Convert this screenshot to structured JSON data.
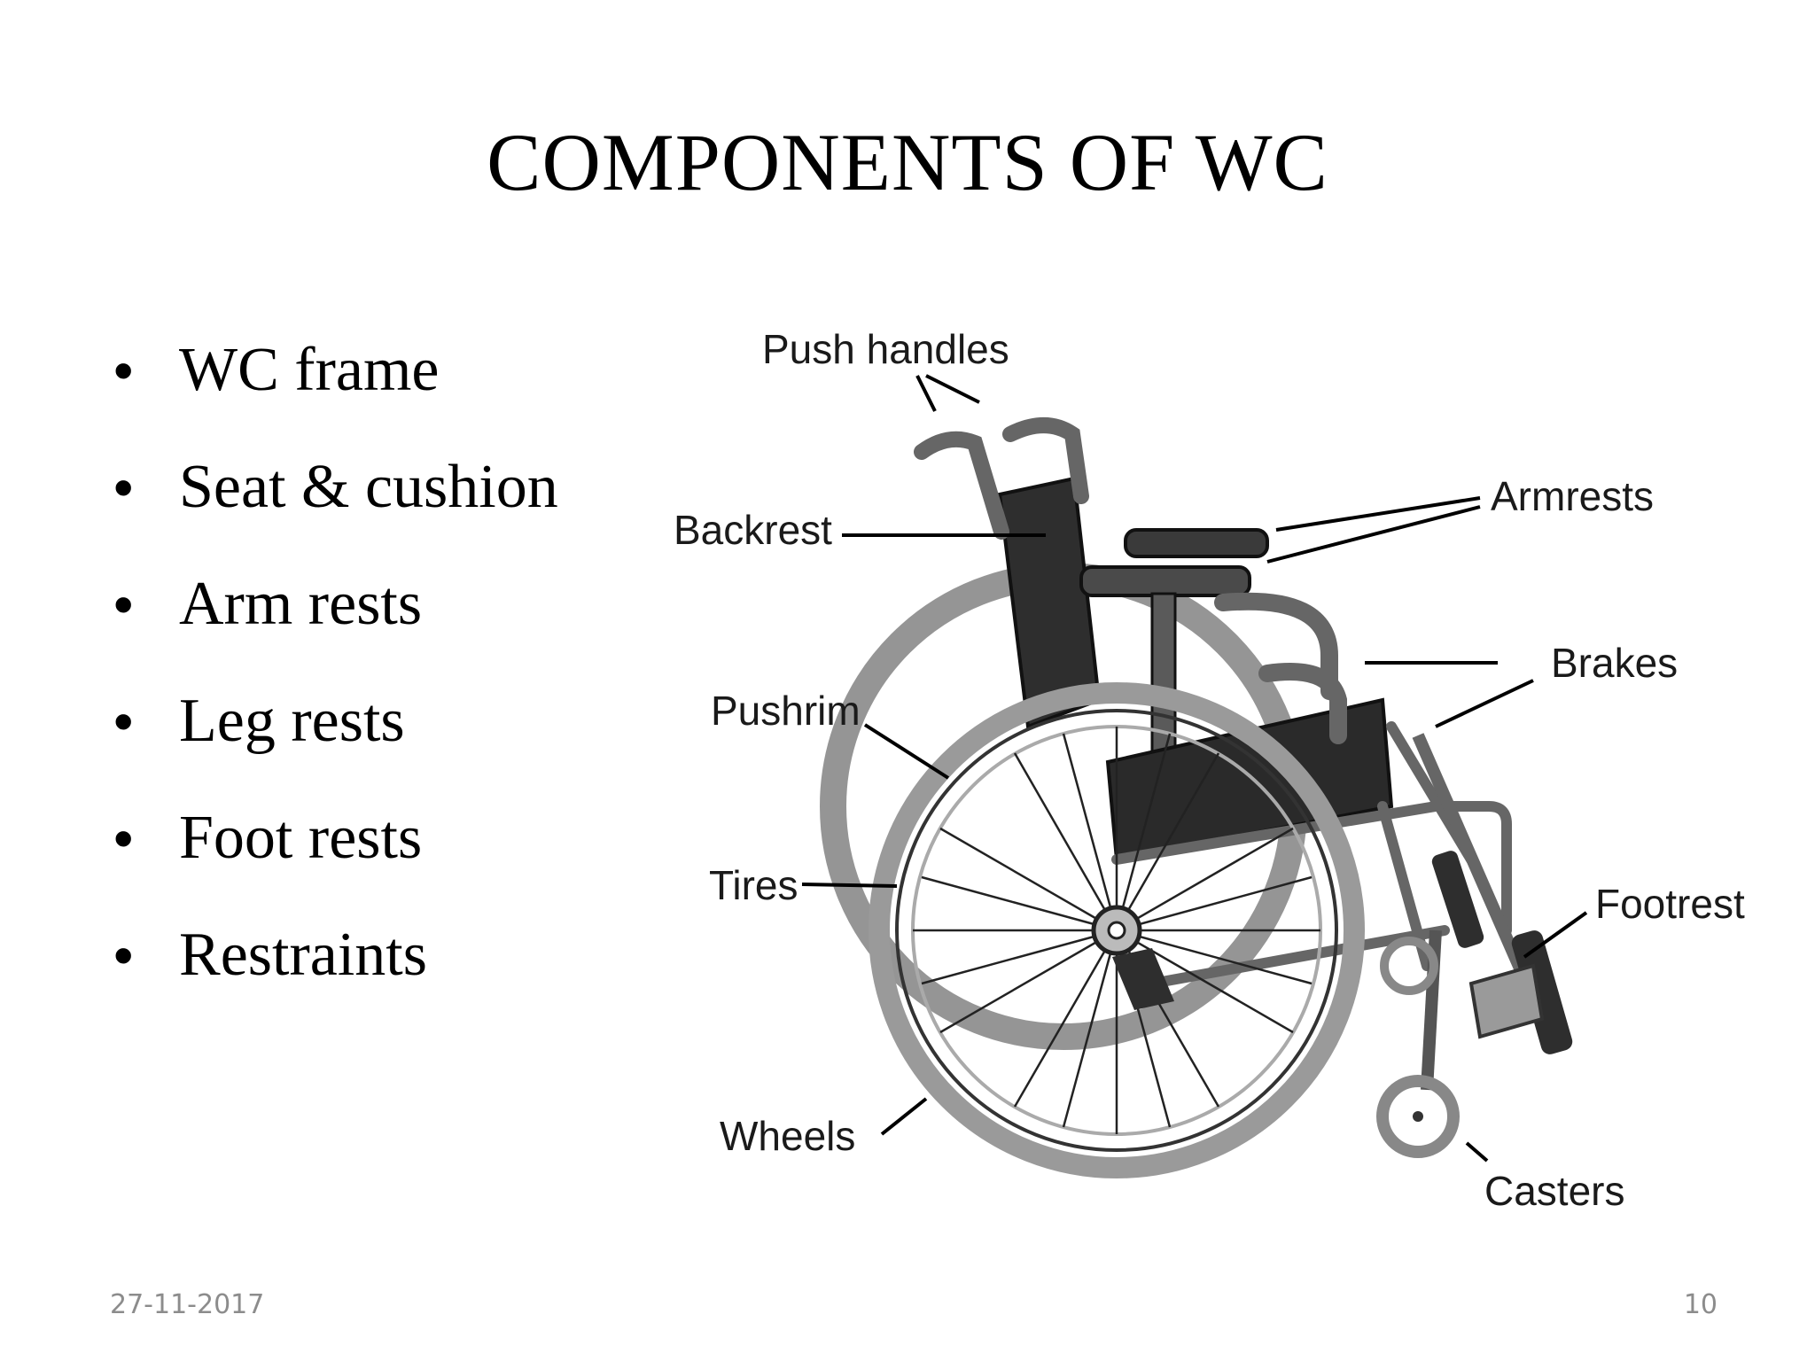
{
  "slide": {
    "title": "COMPONENTS OF WC",
    "bullets": [
      "WC frame",
      "Seat & cushion",
      "Arm rests",
      "Leg rests",
      "Foot rests",
      "Restraints"
    ],
    "footer_date": "27-11-2017",
    "page_number": "10"
  },
  "diagram": {
    "labels": {
      "push_handles": "Push handles",
      "armrests": "Armrests",
      "backrest": "Backrest",
      "brakes": "Brakes",
      "pushrim": "Pushrim",
      "tires": "Tires",
      "footrest": "Footrest",
      "wheels": "Wheels",
      "casters": "Casters"
    },
    "colors": {
      "frame": "#5a5a5a",
      "dark": "#2e2e2e",
      "tire": "#9a9a9a",
      "leader": "#000000"
    }
  }
}
